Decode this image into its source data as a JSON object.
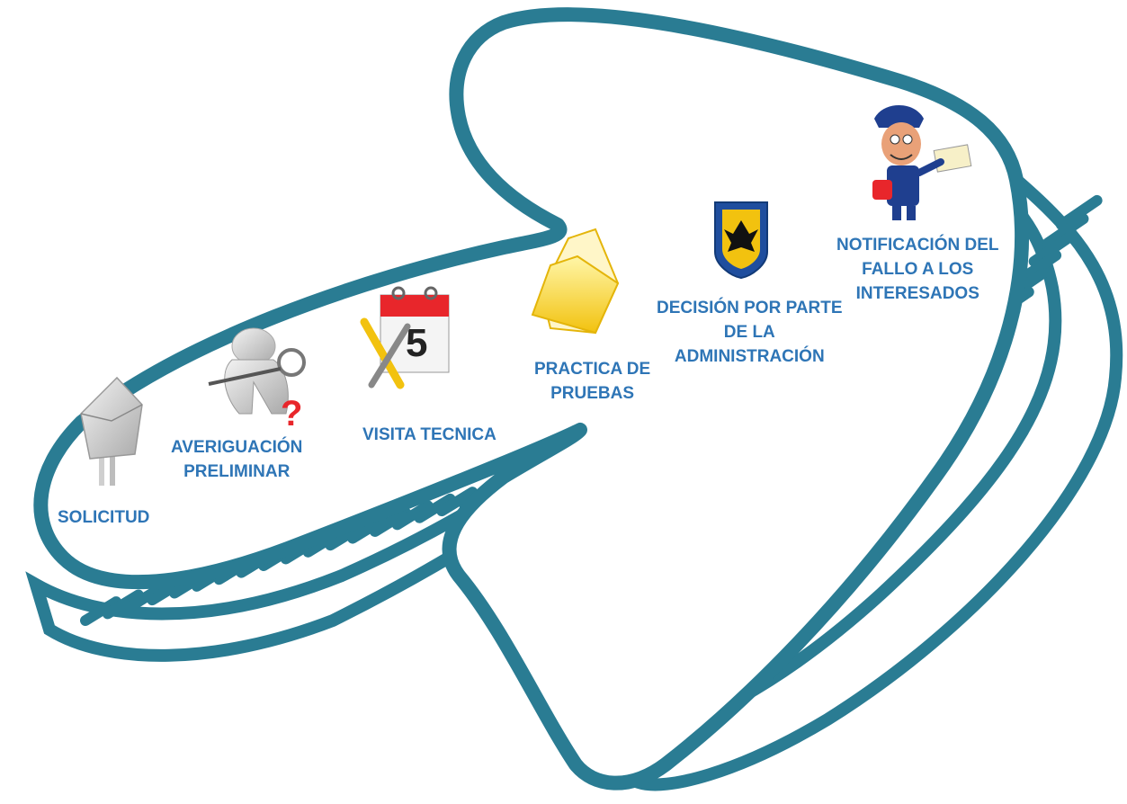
{
  "colors": {
    "ribbon": "#2A7C93",
    "hatch": "#2A7C93",
    "label": "#2E75B6",
    "shadow_red": "#E8262B"
  },
  "steps": [
    {
      "id": "solicitud",
      "icon": "envelope-mailbox-icon",
      "lines": [
        "SOLICITUD"
      ]
    },
    {
      "id": "averiguacion",
      "icon": "magnifier-person-question-icon",
      "lines": [
        "AVERIGUACIÓN",
        "PRELIMINAR"
      ]
    },
    {
      "id": "visita",
      "icon": "calendar-tools-icon",
      "lines": [
        "VISITA TECNICA"
      ]
    },
    {
      "id": "pruebas",
      "icon": "folder-icon",
      "lines": [
        "PRACTICA DE",
        "PRUEBAS"
      ]
    },
    {
      "id": "decision",
      "icon": "coat-of-arms-icon",
      "lines": [
        "DECISIÓN POR PARTE",
        "DE LA",
        "ADMINISTRACIÓN"
      ]
    },
    {
      "id": "notificacion",
      "icon": "mail-carrier-icon",
      "lines": [
        "NOTIFICACIÓN DEL",
        "FALLO A LOS",
        "INTERESADOS"
      ]
    }
  ]
}
